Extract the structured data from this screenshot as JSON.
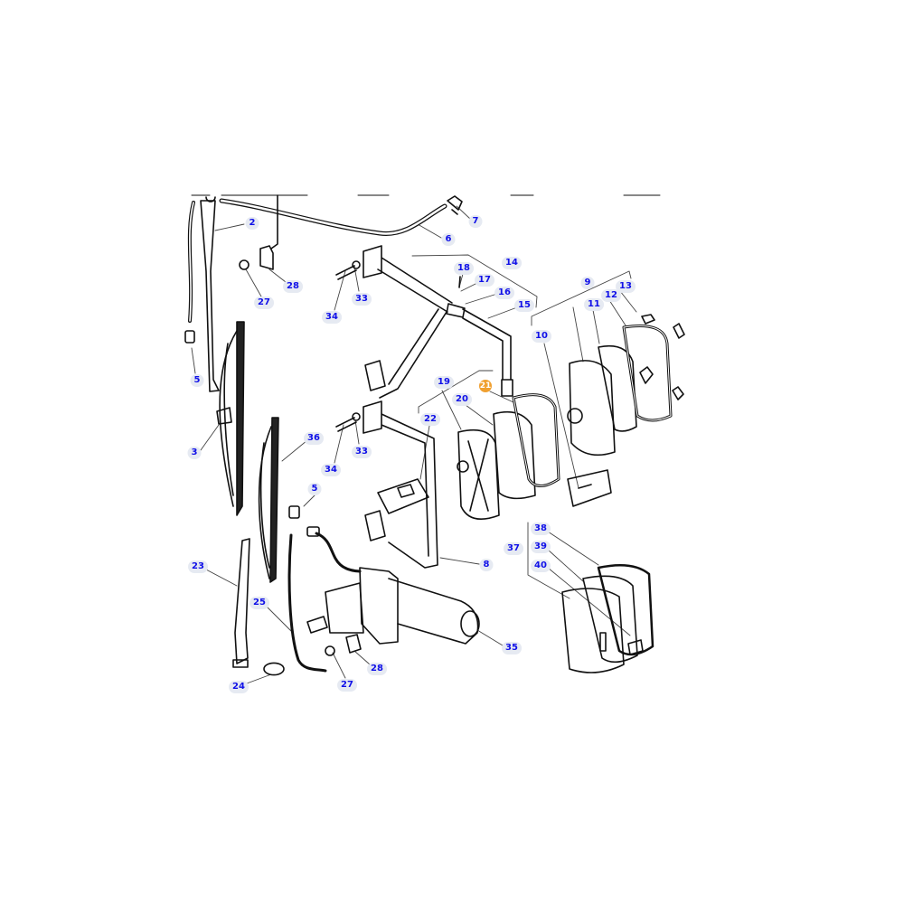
{
  "diagram": {
    "highlighted_part": "21",
    "highlight_color": "#f0a030",
    "label_color": "#1010e8",
    "callouts": [
      "2",
      "6",
      "7",
      "28",
      "27",
      "33",
      "34",
      "18",
      "17",
      "16",
      "14",
      "15",
      "5",
      "9",
      "13",
      "12",
      "11",
      "10",
      "19",
      "21",
      "20",
      "22",
      "36",
      "3",
      "33",
      "34",
      "5",
      "8",
      "38",
      "39",
      "37",
      "40",
      "23",
      "25",
      "35",
      "28",
      "27",
      "24"
    ]
  }
}
